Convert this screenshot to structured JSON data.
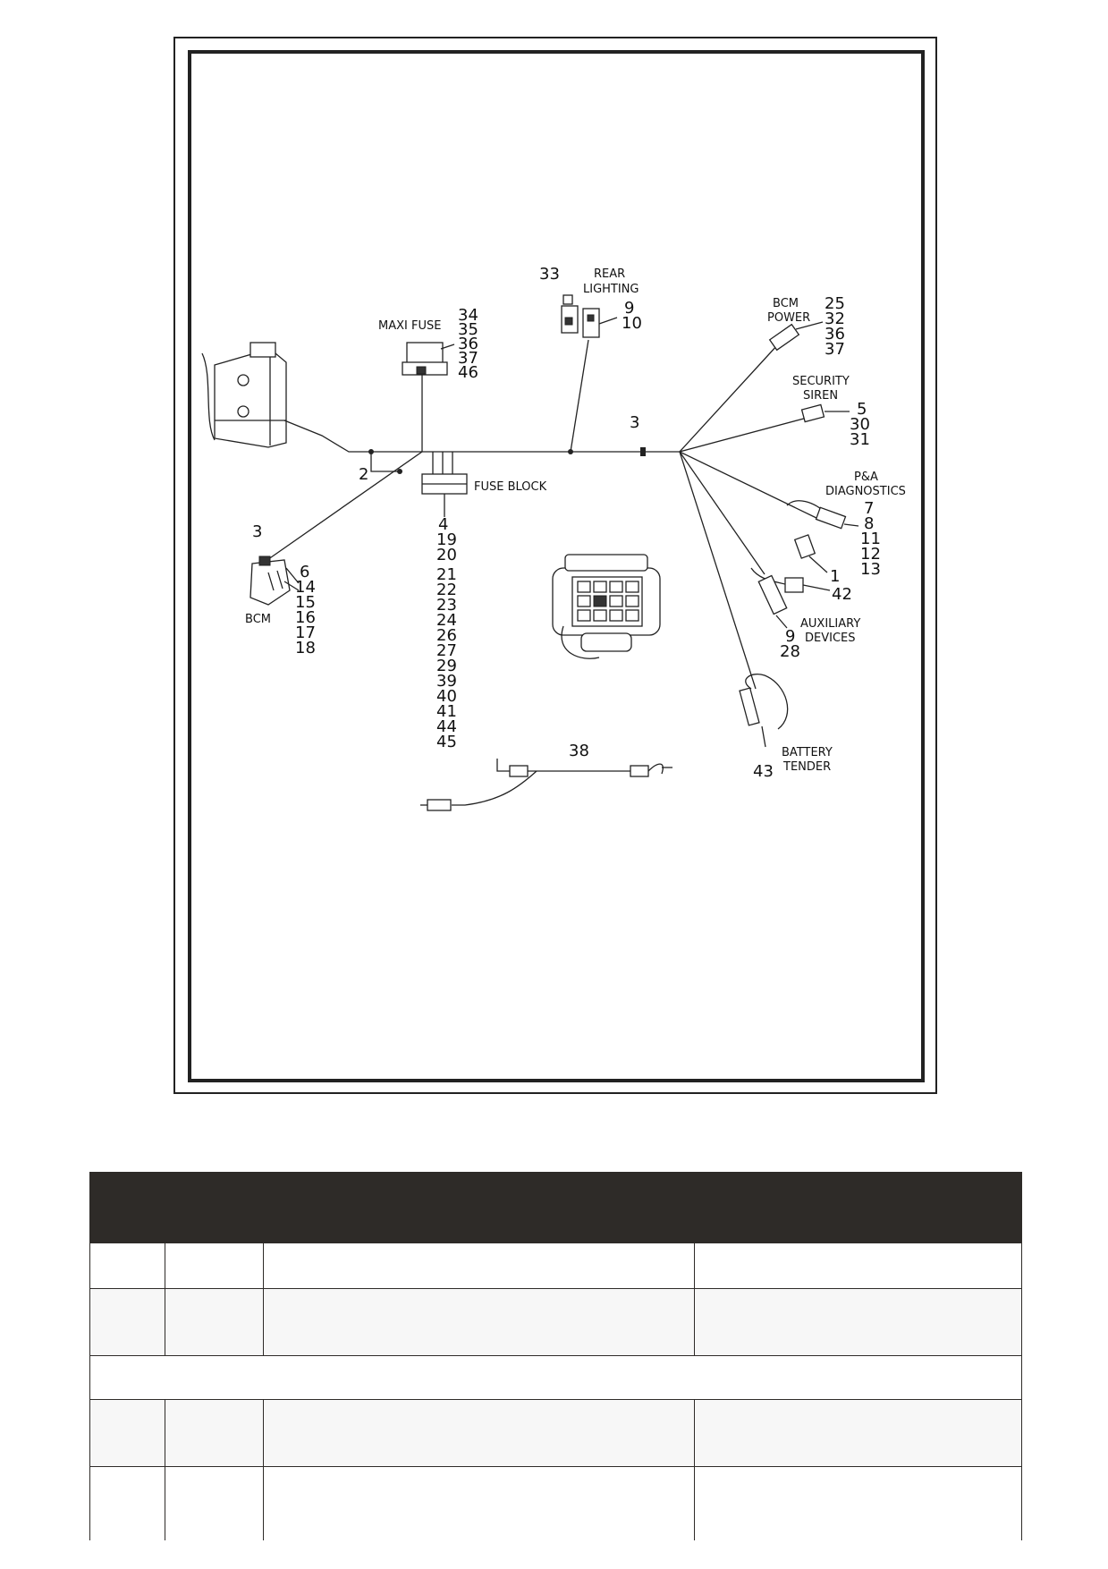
{
  "diagram": {
    "labels": {
      "maxi_fuse": "MAXI FUSE",
      "rear_lighting_1": "REAR",
      "rear_lighting_2": "LIGHTING",
      "bcm_power_1": "BCM",
      "bcm_power_2": "POWER",
      "security_siren_1": "SECURITY",
      "security_siren_2": "SIREN",
      "pa_diag_1": "P&A",
      "pa_diag_2": "DIAGNOSTICS",
      "fuse_block": "FUSE BLOCK",
      "bcm": "BCM",
      "aux_1": "AUXILIARY",
      "aux_2": "DEVICES",
      "battery_tender_1": "BATTERY",
      "battery_tender_2": "TENDER"
    },
    "callouts": {
      "rear_33": "33",
      "rear_9": "9",
      "rear_10": "10",
      "maxi": [
        "34",
        "35",
        "36",
        "37",
        "46"
      ],
      "bcm_power": [
        "25",
        "32",
        "36",
        "37"
      ],
      "siren": [
        "5",
        "30",
        "31"
      ],
      "trunk_3": "3",
      "left_2": "2",
      "bcm_3": "3",
      "bcm_list": [
        "6",
        "14",
        "15",
        "16",
        "17",
        "18"
      ],
      "fuse_list": [
        "4",
        "19",
        "20",
        "21",
        "22",
        "23",
        "24",
        "26",
        "27",
        "29",
        "39",
        "40",
        "41",
        "44",
        "45"
      ],
      "pa_list": [
        "7",
        "8",
        "11",
        "12",
        "13"
      ],
      "pa_1": "1",
      "pa_42": "42",
      "aux_9": "9",
      "aux_28": "28",
      "battery_43": "43",
      "cable_38": "38"
    }
  },
  "table": {
    "headers": [
      "",
      "",
      "",
      ""
    ],
    "rows": [
      [
        "",
        "",
        "",
        ""
      ],
      [
        "",
        "",
        "",
        ""
      ],
      [
        "",
        "",
        "",
        ""
      ],
      [
        "",
        "",
        "",
        ""
      ]
    ]
  }
}
